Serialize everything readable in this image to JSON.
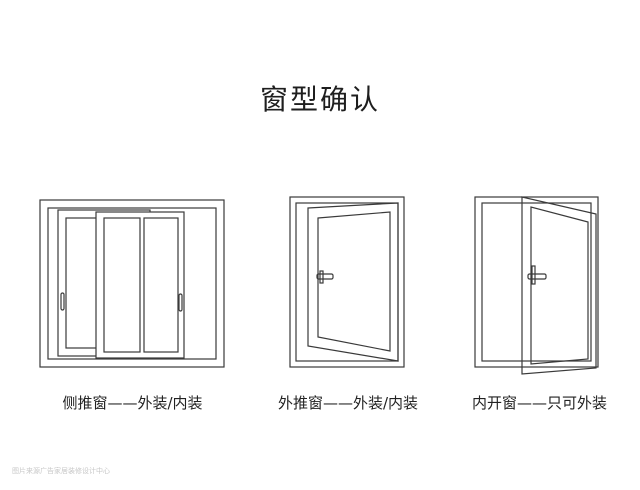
{
  "title": "窗型确认",
  "windows": [
    {
      "caption": "侧推窗——外装/内装",
      "icon": "sliding-window-icon"
    },
    {
      "caption": "外推窗——外装/内装",
      "icon": "outward-casement-window-icon"
    },
    {
      "caption": "内开窗——只可外装",
      "icon": "inward-casement-window-icon"
    }
  ],
  "watermark": "图片来源广告家居装修设计中心",
  "colors": {
    "line": "#3a3a3a",
    "background": "#ffffff",
    "text": "#222222"
  }
}
